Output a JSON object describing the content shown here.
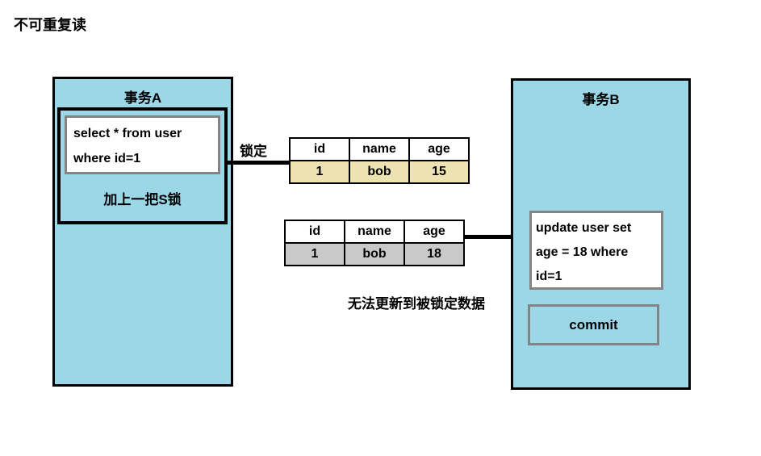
{
  "title": "不可重复读",
  "colors": {
    "transaction_fill": "#9CD7E8",
    "locked_row_fill": "#EDE3B2",
    "updated_row_fill": "#C9C9C9",
    "query_box_border": "#848484",
    "line_color": "#000000"
  },
  "transaction_a": {
    "title": "事务A",
    "query_line1": "select * from user",
    "query_line2": "where id=1",
    "lock_note": "加上一把S锁"
  },
  "lock_label": "锁定",
  "table1": {
    "headers": [
      "id",
      "name",
      "age"
    ],
    "row": [
      "1",
      "bob",
      "15"
    ]
  },
  "table2": {
    "headers": [
      "id",
      "name",
      "age"
    ],
    "row": [
      "1",
      "bob",
      "18"
    ]
  },
  "annotation": "无法更新到被锁定数据",
  "transaction_b": {
    "title": "事务B",
    "query_line1": "update user set",
    "query_line2": "age = 18 where",
    "query_line3": "id=1",
    "commit_label": "commit"
  }
}
